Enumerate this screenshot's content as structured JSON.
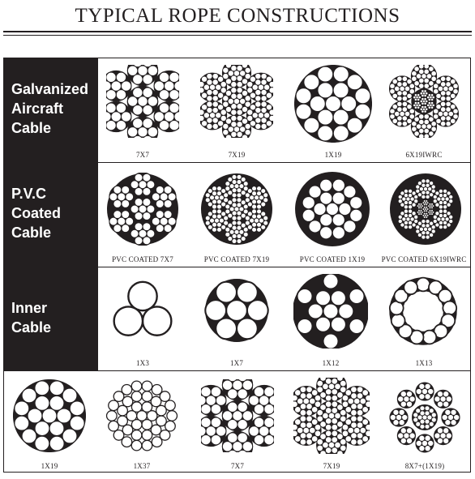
{
  "page": {
    "title": "TYPICAL ROPE CONSTRUCTIONS"
  },
  "rows": [
    {
      "label_lines": [
        "Galvanized",
        "Aircraft",
        "Cable"
      ],
      "items": [
        {
          "caption": "7X7",
          "pattern": "7x7"
        },
        {
          "caption": "7X19",
          "pattern": "7x19"
        },
        {
          "caption": "1X19",
          "pattern": "1x19"
        },
        {
          "caption": "6X19IWRC",
          "pattern": "6x19iwrc"
        }
      ]
    },
    {
      "label_lines": [
        "P.V.C",
        "Coated",
        "Cable"
      ],
      "items": [
        {
          "caption": "PVC COATED 7X7",
          "pattern": "7x7",
          "coated": true
        },
        {
          "caption": "PVC COATED 7X19",
          "pattern": "7x19",
          "coated": true
        },
        {
          "caption": "PVC COATED 1X19",
          "pattern": "1x19",
          "coated": true
        },
        {
          "caption": "PVC COATED 6X19IWRC",
          "pattern": "6x19iwrc",
          "coated": true
        }
      ]
    },
    {
      "label_lines": [
        "Inner",
        "Cable"
      ],
      "items": [
        {
          "caption": "1X3",
          "pattern": "1x3"
        },
        {
          "caption": "1X7",
          "pattern": "1x7"
        },
        {
          "caption": "1X12",
          "pattern": "1x12"
        },
        {
          "caption": "1X13",
          "pattern": "1x13"
        }
      ]
    },
    {
      "label_lines": [],
      "items": [
        {
          "caption": "1X19",
          "pattern": "1x19"
        },
        {
          "caption": "1X37",
          "pattern": "1x37"
        },
        {
          "caption": "7X7",
          "pattern": "7x7"
        },
        {
          "caption": "7X19",
          "pattern": "7x19"
        },
        {
          "caption": "8X7+(1X19)",
          "pattern": "8x7+1x19"
        }
      ]
    }
  ],
  "colors": {
    "ink": "#231f20",
    "paper": "#ffffff"
  }
}
